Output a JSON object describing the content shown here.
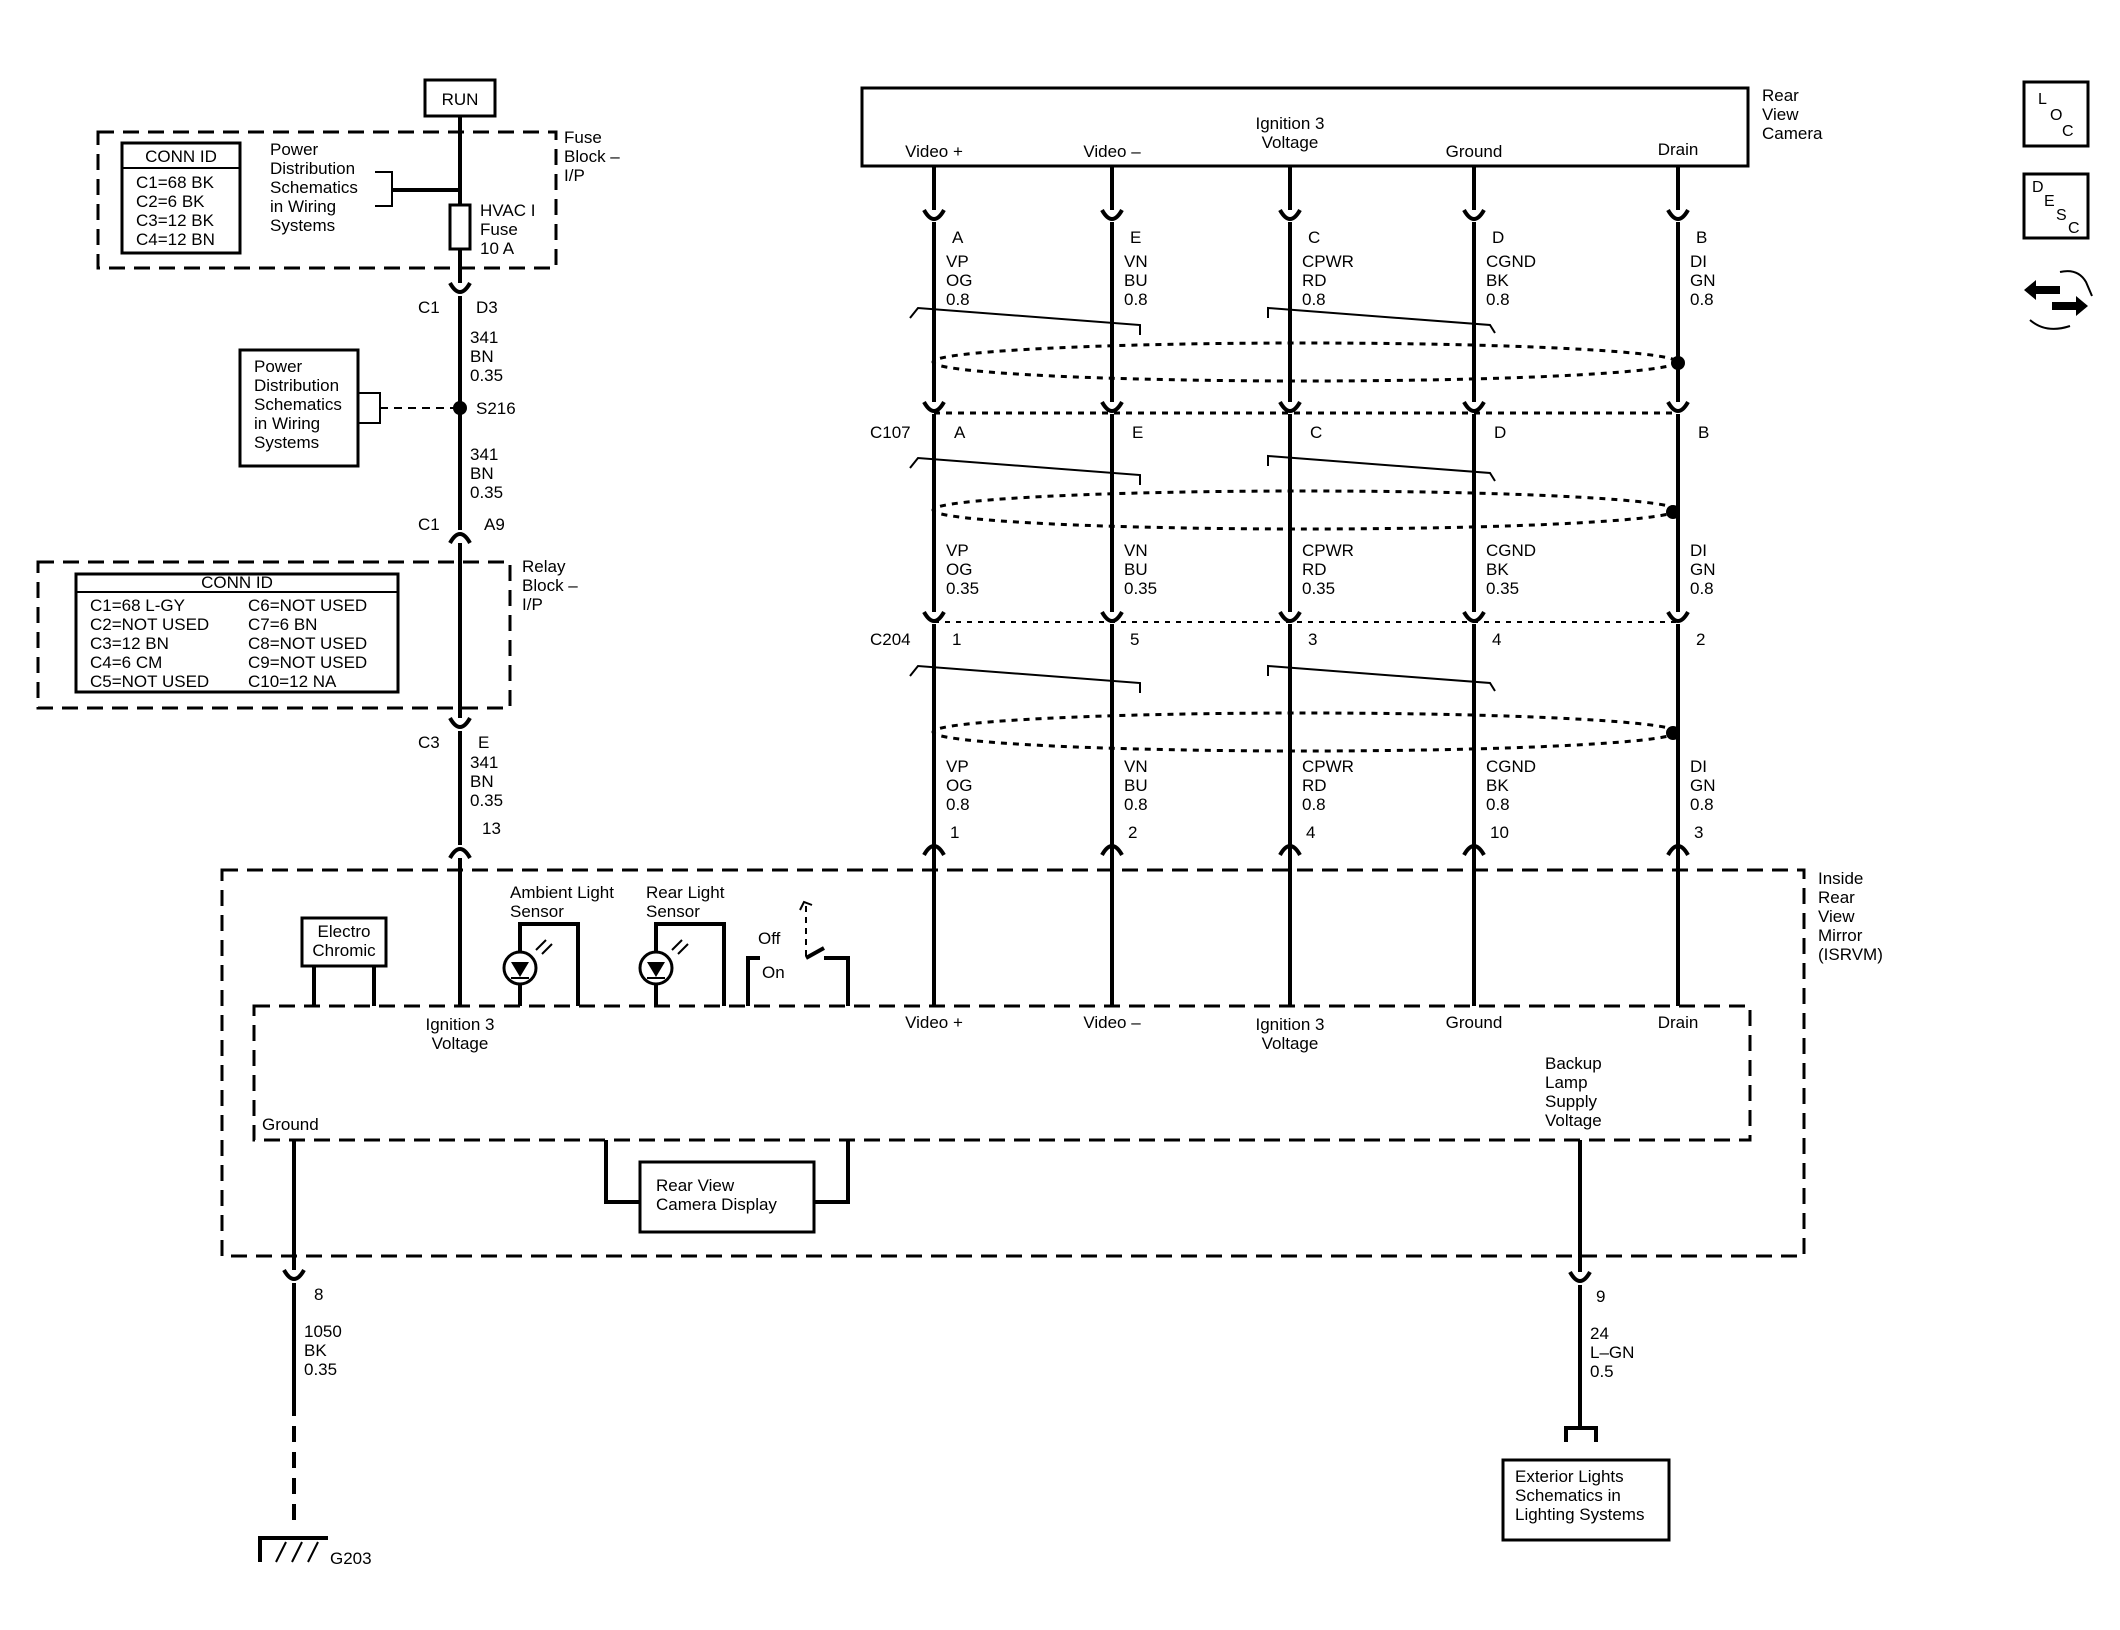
{
  "run_label": "RUN",
  "fuse_block": {
    "conn_title": "CONN ID",
    "conn_rows": [
      "C1=68 BK",
      "C2=6 BK",
      "C3=12 BK",
      "C4=12 BN"
    ],
    "ref_lines": [
      "Power",
      "Distribution",
      "Schematics",
      "in Wiring",
      "Systems"
    ],
    "fuse_lines": [
      "HVAC I",
      "Fuse",
      "10 A"
    ],
    "block_lines": [
      "Fuse",
      "Block –",
      "I/P"
    ]
  },
  "left_wire": {
    "c1_top": "C1",
    "d3": "D3",
    "seg1": [
      "341",
      "BN",
      "0.35"
    ],
    "splice_ref": [
      "Power",
      "Distribution",
      "Schematics",
      "in Wiring",
      "Systems"
    ],
    "splice": "S216",
    "seg2": [
      "341",
      "BN",
      "0.35"
    ],
    "c1_bot": "C1",
    "a9": "A9",
    "c3": "C3",
    "e": "E",
    "seg3": [
      "341",
      "BN",
      "0.35"
    ],
    "pin13": "13"
  },
  "relay_block": {
    "conn_title": "CONN ID",
    "left_rows": [
      "C1=68 L-GY",
      "C2=NOT USED",
      "C3=12 BN",
      "C4=6 CM",
      "C5=NOT USED"
    ],
    "right_rows": [
      "C6=NOT USED",
      "C7=6 BN",
      "C8=NOT USED",
      "C9=NOT USED",
      "C10=12 NA"
    ],
    "block_lines": [
      "Relay",
      "Block –",
      "I/P"
    ]
  },
  "camera": {
    "title_lines": [
      "Rear",
      "View",
      "Camera"
    ],
    "terms": [
      "Video +",
      "Video –",
      "Ignition 3 Voltage",
      "Ground",
      "Drain"
    ]
  },
  "cols": [
    {
      "top_pin": "A",
      "top_wire": [
        "VP",
        "OG",
        "0.8"
      ],
      "c107_pin": "A",
      "mid_wire": [
        "VP",
        "OG",
        "0.35"
      ],
      "c204_pin": "1",
      "low_wire": [
        "VP",
        "OG",
        "0.8"
      ],
      "mirror_pin": "1",
      "mirror_term": "Video +"
    },
    {
      "top_pin": "E",
      "top_wire": [
        "VN",
        "BU",
        "0.8"
      ],
      "c107_pin": "E",
      "mid_wire": [
        "VN",
        "BU",
        "0.35"
      ],
      "c204_pin": "5",
      "low_wire": [
        "VN",
        "BU",
        "0.8"
      ],
      "mirror_pin": "2",
      "mirror_term": "Video –"
    },
    {
      "top_pin": "C",
      "top_wire": [
        "CPWR",
        "RD",
        "0.8"
      ],
      "c107_pin": "C",
      "mid_wire": [
        "CPWR",
        "RD",
        "0.35"
      ],
      "c204_pin": "3",
      "low_wire": [
        "CPWR",
        "RD",
        "0.8"
      ],
      "mirror_pin": "4",
      "mirror_term": "Ignition 3 Voltage"
    },
    {
      "top_pin": "D",
      "top_wire": [
        "CGND",
        "BK",
        "0.8"
      ],
      "c107_pin": "D",
      "mid_wire": [
        "CGND",
        "BK",
        "0.35"
      ],
      "c204_pin": "4",
      "low_wire": [
        "CGND",
        "BK",
        "0.8"
      ],
      "mirror_pin": "10",
      "mirror_term": "Ground"
    },
    {
      "top_pin": "B",
      "top_wire": [
        "DI",
        "GN",
        "0.8"
      ],
      "c107_pin": "B",
      "mid_wire": [
        "DI",
        "GN",
        "0.8"
      ],
      "c204_pin": "2",
      "low_wire": [
        "DI",
        "GN",
        "0.8"
      ],
      "mirror_pin": "3",
      "mirror_term": "Drain"
    }
  ],
  "connectors": {
    "c107": "C107",
    "c204": "C204"
  },
  "mirror": {
    "title_lines": [
      "Inside",
      "Rear",
      "View",
      "Mirror",
      "(ISRVM)"
    ],
    "electro": [
      "Electro",
      "Chromic"
    ],
    "ambient": [
      "Ambient Light",
      "Sensor"
    ],
    "rear_light": [
      "Rear Light",
      "Sensor"
    ],
    "off": "Off",
    "on": "On",
    "ign_term": [
      "Ignition 3",
      "Voltage"
    ],
    "ground_term": "Ground",
    "backup_term": [
      "Backup",
      "Lamp",
      "Supply",
      "Voltage"
    ],
    "display": [
      "Rear View",
      "Camera Display"
    ]
  },
  "ground_wire": {
    "pin": "8",
    "wire": [
      "1050",
      "BK",
      "0.35"
    ],
    "ground_id": "G203"
  },
  "backup_wire": {
    "pin": "9",
    "wire": [
      "24",
      "L–GN",
      "0.5"
    ]
  },
  "exterior_ref": [
    "Exterior Lights",
    "Schematics in",
    "Lighting Systems"
  ],
  "icons": {
    "loc": [
      "L",
      "O",
      "C"
    ],
    "desc": [
      "D",
      "E",
      "S",
      "C"
    ]
  }
}
